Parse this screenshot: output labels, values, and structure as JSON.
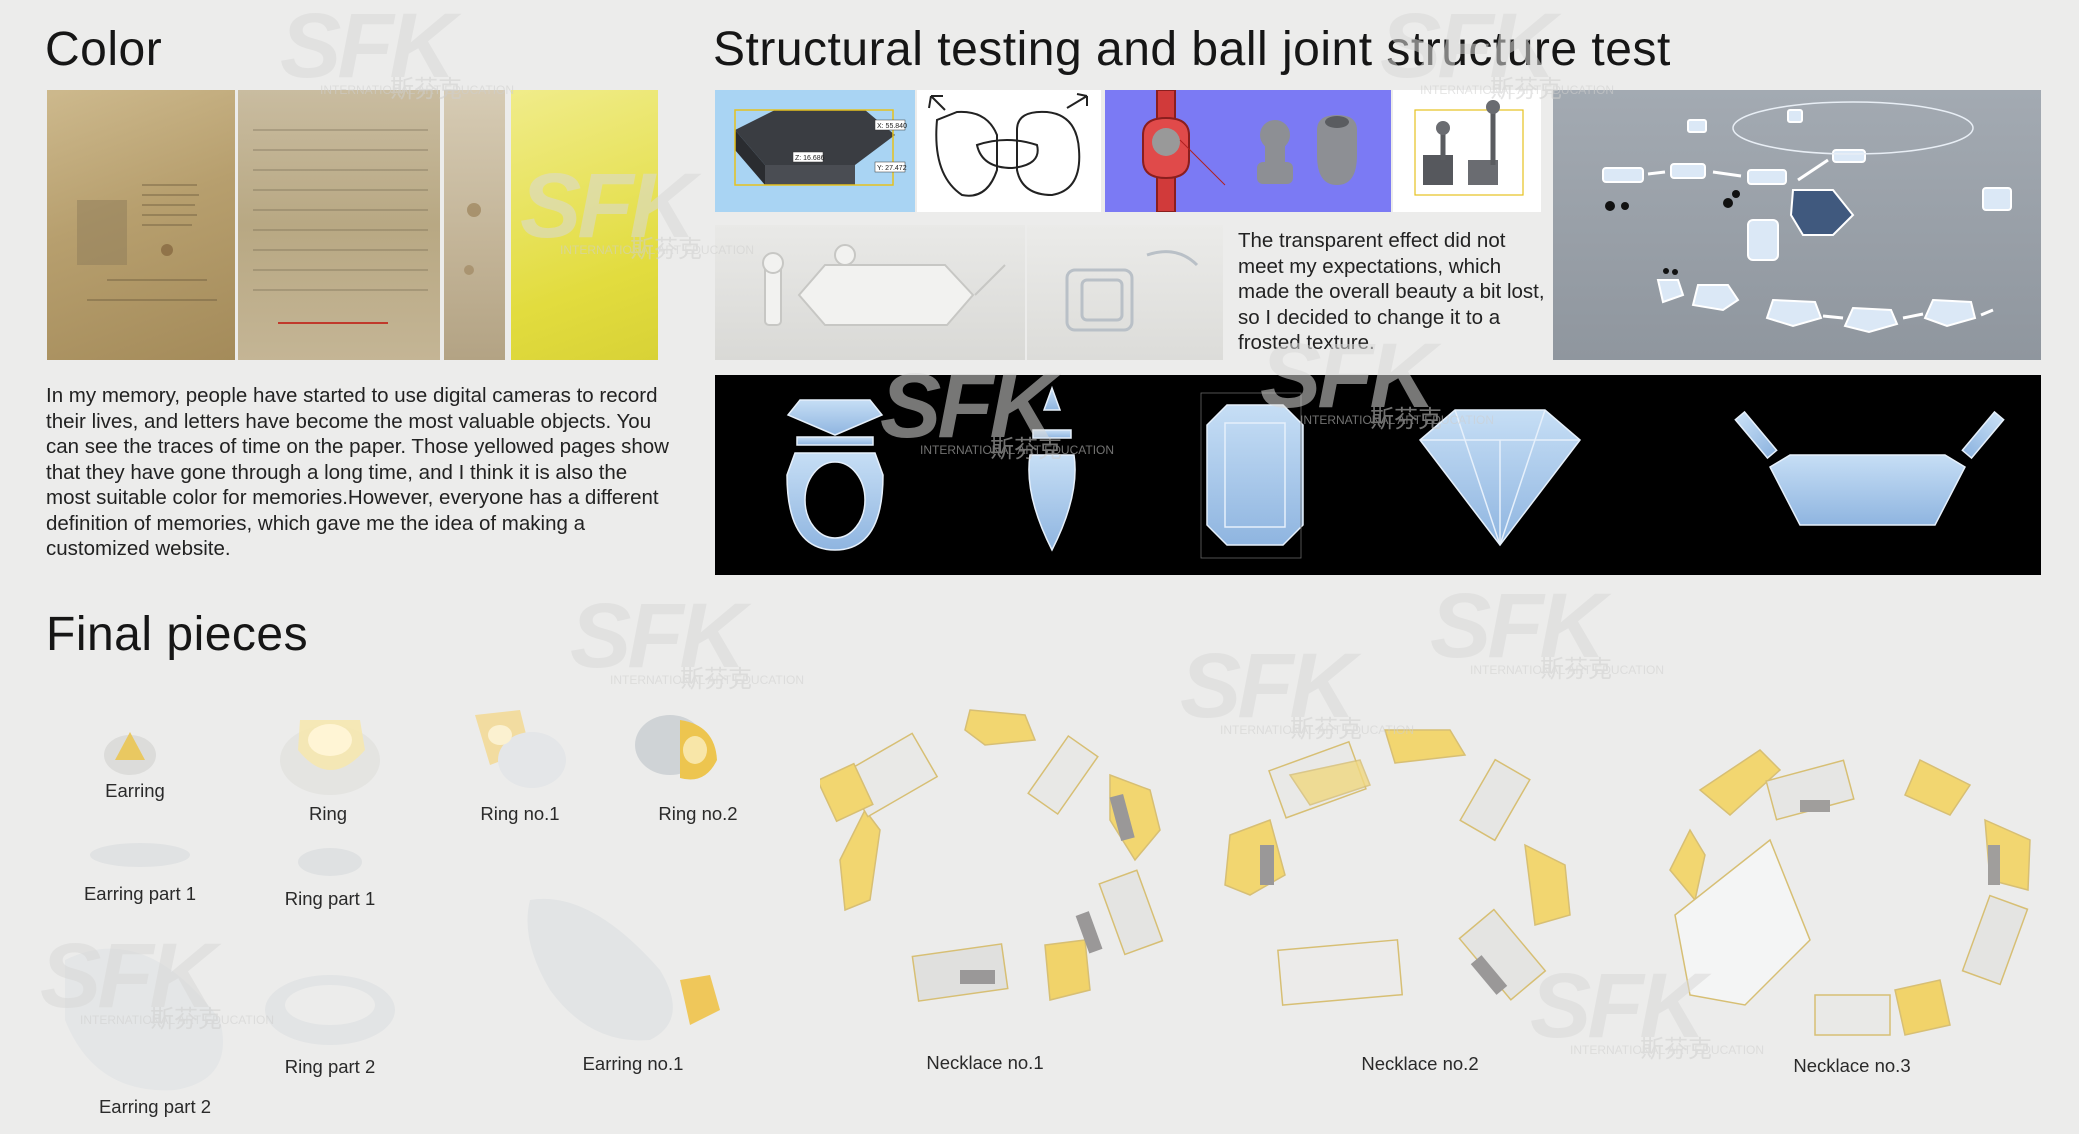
{
  "color_section": {
    "title": "Color",
    "paragraph": "In my memory, people have started to use digital cameras to record their lives, and letters have become the most valuable objects. You can see the traces of time on the paper. Those yellowed pages show that they have gone through a long time, and I think it is also the most suitable color for memories.However, everyone has a different definition of memories, which gave me the idea of making a customized website.",
    "swatch_color": "#e6e04a"
  },
  "structure_section": {
    "title": "Structural testing and ball joint structure test",
    "note": "The transparent effect did not meet my expectations, which made the overall beauty a bit lost, so I decided to change it to a frosted texture.",
    "cad_labels": [
      "X: 55.840",
      "Y: 27.472",
      "Z: 16.686"
    ]
  },
  "final_section": {
    "title": "Final pieces",
    "captions": {
      "earring": "Earring",
      "ring": "Ring",
      "ring_no1": "Ring no.1",
      "ring_no2": "Ring no.2",
      "earring_part1": "Earring part 1",
      "ring_part1": "Ring part 1",
      "ring_part2": "Ring part 2",
      "earring_part2": "Earring part 2",
      "earring_no1": "Earring no.1",
      "necklace_no1": "Necklace no.1",
      "necklace_no2": "Necklace no.2",
      "necklace_no3": "Necklace no.3"
    }
  },
  "watermark": {
    "logo": "SFK",
    "sub": "INTERNATIONAL ART EDUCATION",
    "cn": "斯芬克"
  },
  "colors": {
    "background": "#ececeb",
    "black_panel": "#000000",
    "grey_panel": "#9aa3ad",
    "blue_render": "#a9c9ec",
    "yellow_resin": "#f3d66d"
  }
}
